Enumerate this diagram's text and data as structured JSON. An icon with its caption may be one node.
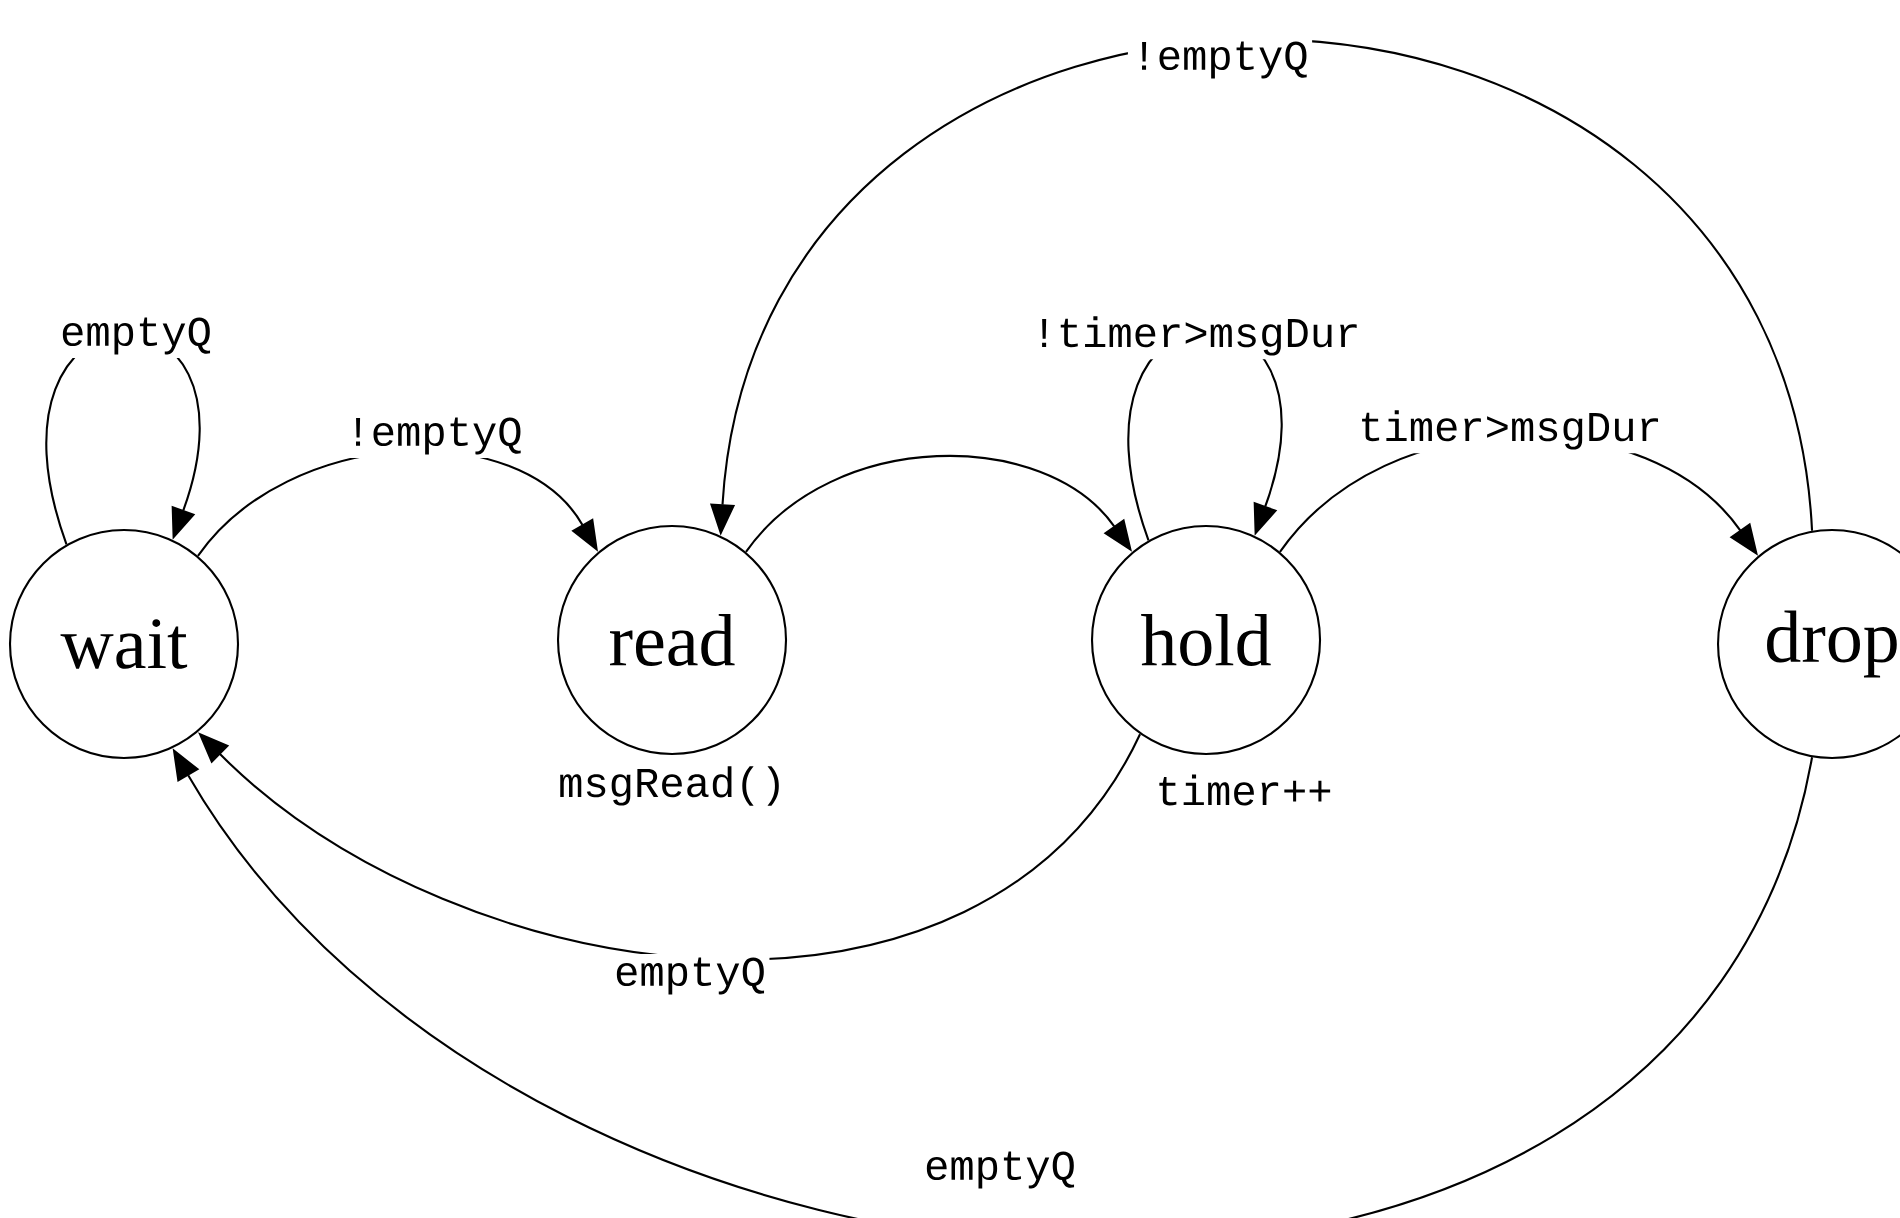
{
  "diagram": {
    "nodes": [
      {
        "text": [
          "wait"
        ]
      },
      {
        "text": [
          "read"
        ],
        "beside": [
          "msgRead()"
        ]
      },
      {
        "text": [
          "hold"
        ],
        "beside": [
          "timer++"
        ]
      },
      {
        "text": [
          "drop"
        ]
      }
    ],
    "edges": [
      {
        "from": 0,
        "to": 0,
        "arrow": "to",
        "label": "emptyQ"
      },
      {
        "from": 0,
        "to": 1,
        "arrow": "to",
        "label": "!emptyQ"
      },
      {
        "from": 1,
        "to": 2,
        "arrow": "to"
      },
      {
        "from": 2,
        "to": 2,
        "arrow": "to",
        "label": "!timer>msgDur"
      },
      {
        "from": 2,
        "to": 3,
        "arrow": "to",
        "label": "timer>msgDur"
      },
      {
        "from": 3,
        "to": 1,
        "arrow": "to",
        "label": "!emptyQ"
      },
      {
        "from": 2,
        "to": 0,
        "arrow": "to",
        "label": "emptyQ"
      },
      {
        "from": 3,
        "to": 0,
        "arrow": "to",
        "label": "emptyQ"
      }
    ]
  }
}
